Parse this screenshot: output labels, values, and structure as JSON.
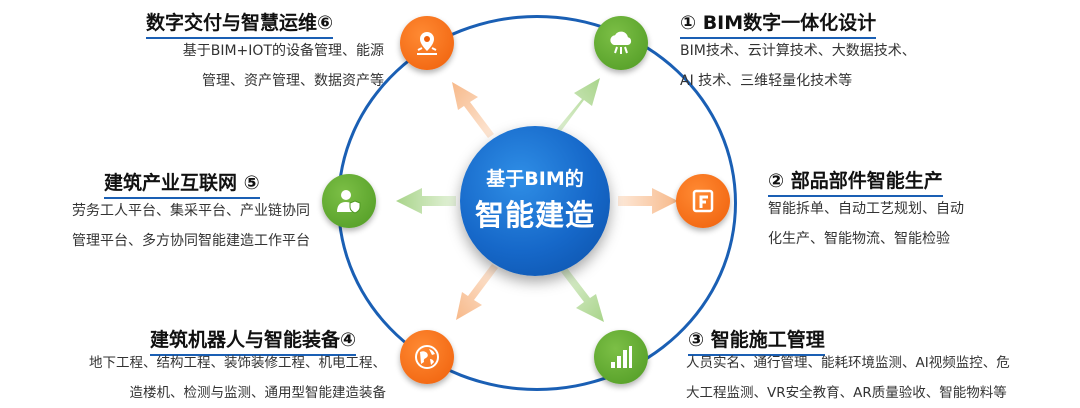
{
  "center": {
    "line1": "基于BIM的",
    "line2": "智能建造"
  },
  "items": [
    {
      "title": "① BIM数字一体化设计",
      "desc": [
        "BIM技术、云计算技术、大数据技术、",
        "AI 技术、三维轻量化技术等"
      ],
      "icon": "cloud-icon",
      "color": "#4f9a23"
    },
    {
      "title": "② 部品部件智能生产",
      "desc": [
        "智能拆单、自动工艺规划、自动",
        "化生产、智能物流、智能检验"
      ],
      "icon": "factory-badge-icon",
      "color": "#ef5f0a"
    },
    {
      "title": "③ 智能施工管理",
      "desc": [
        "人员实名、通行管理、能耗环境监测、AI视频监控、危",
        "大工程监测、VR安全教育、AR质量验收、智能物料等"
      ],
      "icon": "building-chart-icon",
      "color": "#4f9a23"
    },
    {
      "title": "建筑机器人与智能装备④",
      "desc": [
        "地下工程、结构工程、装饰装修工程、机电工程、",
        "造楼机、检测与监测、通用型智能建造装备"
      ],
      "icon": "globe-icon",
      "color": "#ef5f0a"
    },
    {
      "title": "建筑产业互联网 ⑤",
      "desc": [
        "劳务工人平台、集采平台、产业链协同",
        "管理平台、多方协同智能建造工作平台"
      ],
      "icon": "user-shield-icon",
      "color": "#4f9a23"
    },
    {
      "title": "数字交付与智慧运维⑥",
      "desc": [
        "基于BIM+IOT的设备管理、能源",
        "管理、资产管理、数据资产等"
      ],
      "icon": "map-pin-icon",
      "color": "#ef5f0a"
    }
  ]
}
